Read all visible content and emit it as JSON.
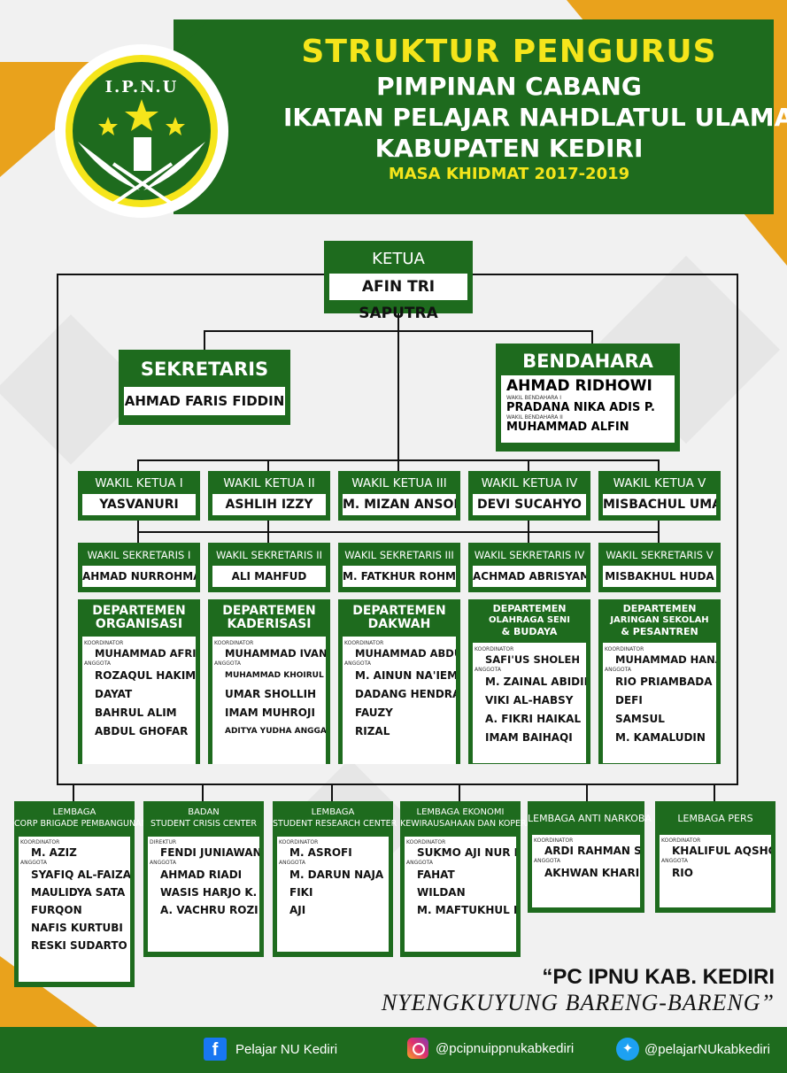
{
  "header": {
    "title": "STRUKTUR PENGURUS",
    "line2": "PIMPINAN CABANG",
    "line3": "IKATAN PELAJAR NAHDLATUL ULAMA",
    "line4": "KABUPATEN KEDIRI",
    "period": "MASA KHIDMAT 2017-2019",
    "logo_text": "I.P.N.U"
  },
  "ketua": {
    "role": "KETUA",
    "name": "AFIN TRI SAPUTRA"
  },
  "sekretaris": {
    "role": "SEKRETARIS",
    "name": "AHMAD FARIS FIDDIN"
  },
  "bendahara": {
    "role": "BENDAHARA",
    "name": "AHMAD RIDHOWI",
    "wakil1_label": "WAKIL BENDAHARA I",
    "wakil1": "PRADANA NIKA ADIS P.",
    "wakil2_label": "WAKIL BENDAHARA II",
    "wakil2": "MUHAMMAD ALFIN"
  },
  "wakil_ketua": [
    {
      "role": "WAKIL KETUA I",
      "name": "YASVANURI"
    },
    {
      "role": "WAKIL KETUA II",
      "name": "ASHLIH IZZY"
    },
    {
      "role": "WAKIL KETUA III",
      "name": "M. MIZAN ANSORI"
    },
    {
      "role": "WAKIL KETUA IV",
      "name": "DEVI SUCAHYO"
    },
    {
      "role": "WAKIL KETUA V",
      "name": "MISBACHUL UMAM"
    }
  ],
  "wakil_sekretaris": [
    {
      "role": "WAKIL SEKRETARIS I",
      "name": "AHMAD NURROHMAN"
    },
    {
      "role": "WAKIL SEKRETARIS II",
      "name": "ALI MAHFUD"
    },
    {
      "role": "WAKIL SEKRETARIS III",
      "name": "M. FATKHUR ROHMAN"
    },
    {
      "role": "WAKIL SEKRETARIS IV",
      "name": "ACHMAD ABRISYAM W."
    },
    {
      "role": "WAKIL SEKRETARIS V",
      "name": "MISBAKHUL HUDA"
    }
  ],
  "departemen": [
    {
      "title1": "DEPARTEMEN",
      "title2": "ORGANISASI",
      "title3": "",
      "koor_label": "KOORDINATOR",
      "koor": "MUHAMMAD AFRIZAL",
      "anggota_label": "ANGGOTA",
      "members": [
        "ROZAQUL HAKIM",
        "DAYAT",
        "BAHRUL ALIM",
        "ABDUL GHOFAR"
      ]
    },
    {
      "title1": "DEPARTEMEN",
      "title2": "KADERISASI",
      "title3": "",
      "koor_label": "KOORDINATOR",
      "koor": "MUHAMMAD IVAN",
      "anggota_label": "ANGGOTA",
      "members": [
        "MUHAMMAD KHOIRUL MUNA",
        "UMAR SHOLLIH",
        "IMAM MUHROJI",
        "ADITYA YUDHA ANGGARA"
      ]
    },
    {
      "title1": "DEPARTEMEN",
      "title2": "DAKWAH",
      "title3": "",
      "koor_label": "KOORDINATOR",
      "koor": "MUHAMMAD ABDULLOH",
      "anggota_label": "ANGGOTA",
      "members": [
        "M. AINUN NA'IEM",
        "DADANG HENDRA S.",
        "FAUZY",
        "RIZAL"
      ]
    },
    {
      "title1": "DEPARTEMEN",
      "title2": "OLAHRAGA SENI",
      "title3": "& BUDAYA",
      "koor_label": "KOORDINATOR",
      "koor": "SAFI'US SHOLEH",
      "anggota_label": "ANGGOTA",
      "members": [
        "M. ZAINAL ABIDIN",
        "VIKI AL-HABSY",
        "A. FIKRI HAIKAL",
        "IMAM BAIHAQI"
      ]
    },
    {
      "title1": "DEPARTEMEN",
      "title2": "JARINGAN SEKOLAH",
      "title3": "& PESANTREN",
      "koor_label": "KOORDINATOR",
      "koor": "MUHAMMAD HANAN",
      "anggota_label": "ANGGOTA",
      "members": [
        "RIO PRIAMBADA",
        "DEFI",
        "SAMSUL",
        "M. KAMALUDIN"
      ]
    }
  ],
  "lembaga": [
    {
      "title1": "LEMBAGA",
      "title2": "CORP BRIGADE PEMBANGUNAN",
      "koor_label": "KOORDINATOR",
      "koor": "M. AZIZ",
      "anggota_label": "ANGGOTA",
      "members": [
        "SYAFIQ AL-FAIZAR",
        "MAULIDYA SATA",
        "FURQON",
        "NAFIS KURTUBI",
        "RESKI SUDARTO"
      ]
    },
    {
      "title1": "BADAN",
      "title2": "STUDENT CRISIS CENTER",
      "koor_label": "DIREKTUR",
      "koor": "FENDI JUNIAWAN",
      "anggota_label": "ANGGOTA",
      "members": [
        "AHMAD RIADI",
        "WASIS HARJO K.",
        "A. VACHRU ROZI"
      ]
    },
    {
      "title1": "LEMBAGA",
      "title2": "STUDENT RESEARCH CENTER",
      "koor_label": "KOORDINATOR",
      "koor": "M. ASROFI",
      "anggota_label": "ANGGOTA",
      "members": [
        "M. DARUN NAJA",
        "FIKI",
        "AJI"
      ]
    },
    {
      "title1": "LEMBAGA EKONOMI",
      "title2": "KEWIRAUSAHAAN DAN KOPERASI",
      "koor_label": "KOORDINATOR",
      "koor": "SUKMO AJI NUR I.",
      "anggota_label": "ANGGOTA",
      "members": [
        "FAHAT",
        "WILDAN",
        "M. MAFTUKHUL HADI"
      ]
    },
    {
      "title1": "LEMBAGA ANTI NARKOBA",
      "title2": "",
      "koor_label": "KOORDINATOR",
      "koor": "ARDI RAHMAN S.",
      "anggota_label": "ANGGOTA",
      "members": [
        "AKHWAN KHARISMA"
      ]
    },
    {
      "title1": "LEMBAGA PERS",
      "title2": "",
      "koor_label": "KOORDINATOR",
      "koor": "KHALIFUL AQSHOM",
      "anggota_label": "ANGGOTA",
      "members": [
        "RIO"
      ]
    }
  ],
  "slogan": {
    "line1": "“PC IPNU KAB. KEDIRI",
    "line2": "NYENGKUYUNG BARENG-BARENG”"
  },
  "footer": {
    "facebook": "Pelajar NU Kediri",
    "instagram": "@pcipnuippnukabkediri",
    "twitter": "@pelajarNUkabkediri"
  },
  "colors": {
    "green": "#1e6b1e",
    "yellow": "#f5e51b",
    "orange": "#e9a21c"
  }
}
